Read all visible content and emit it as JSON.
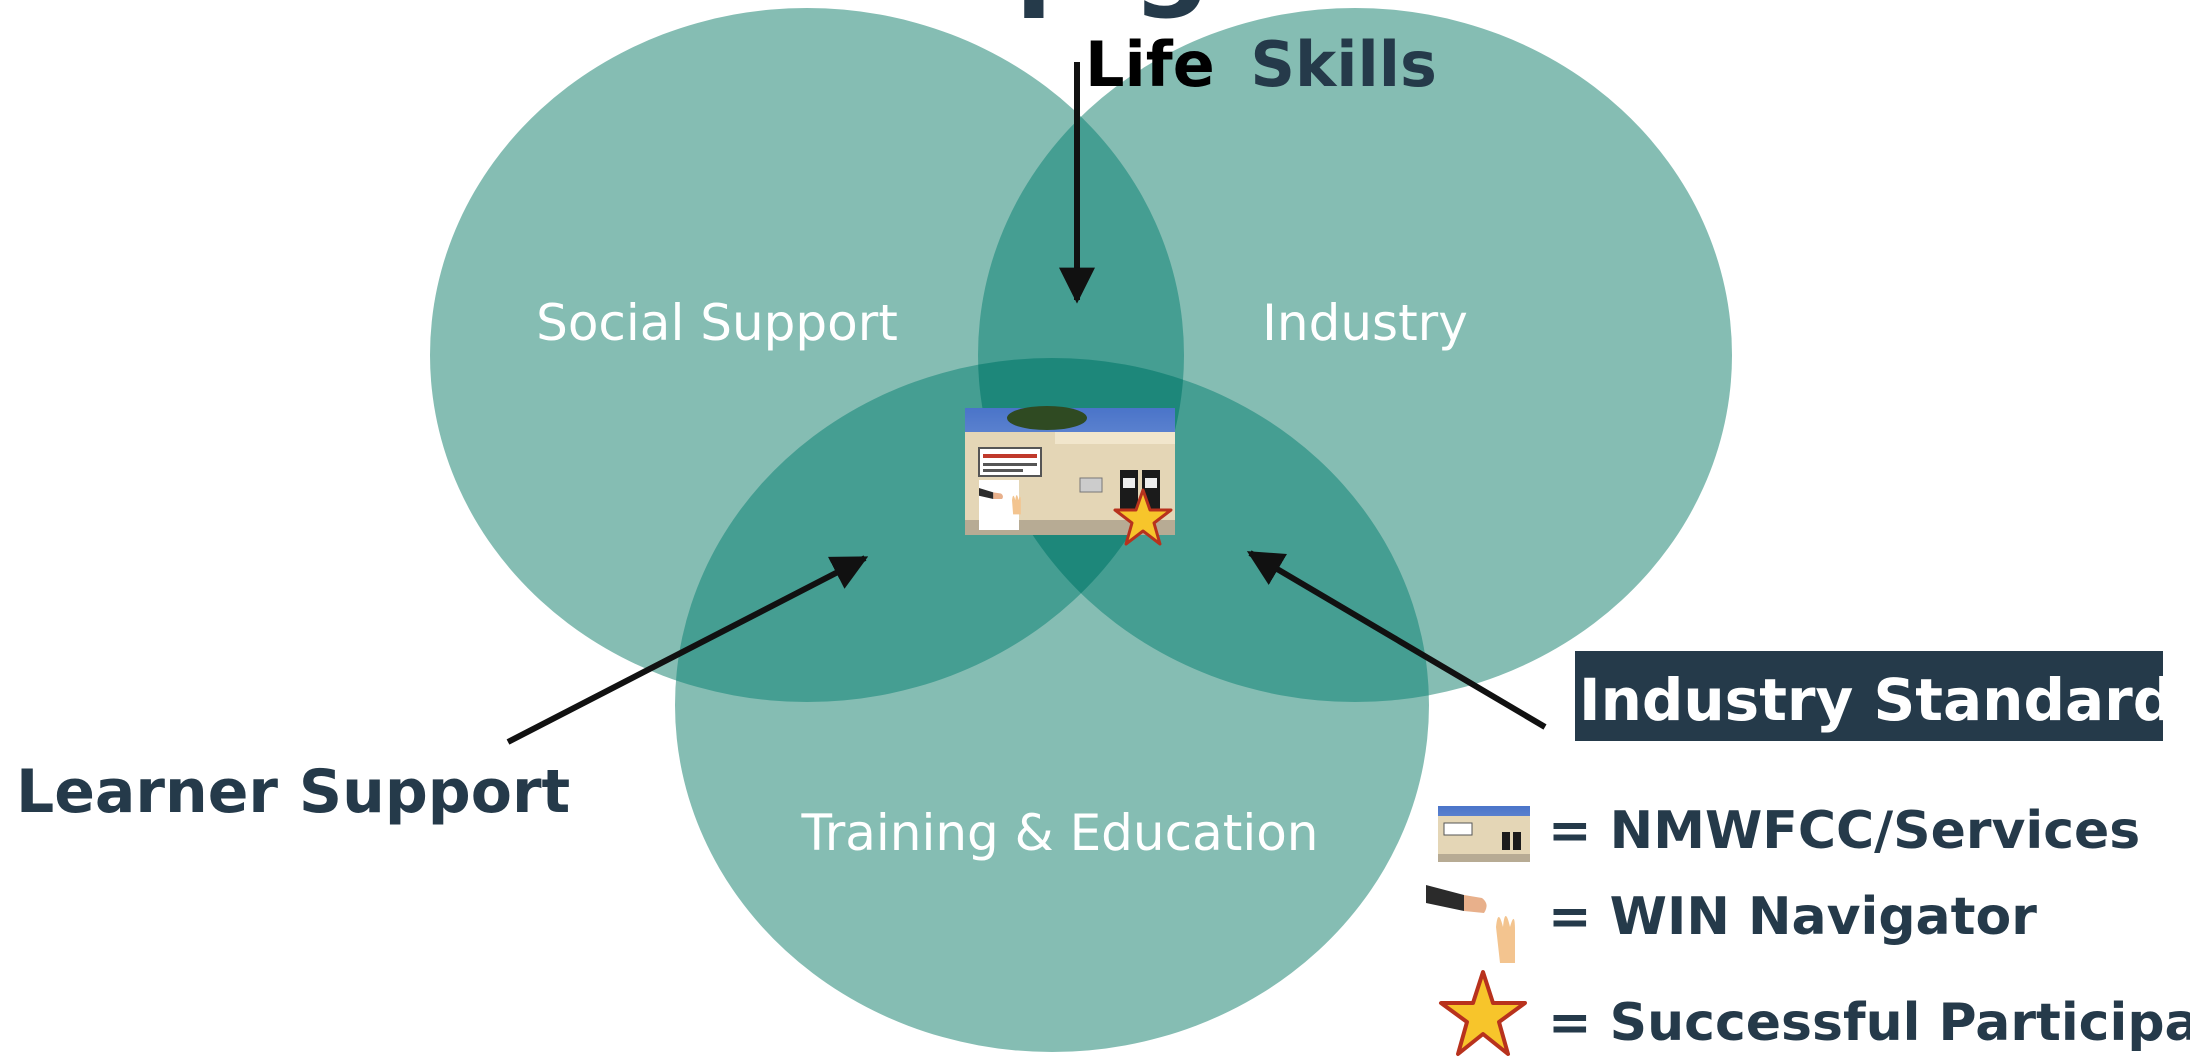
{
  "colors": {
    "circle_fill": "#85bdb3",
    "overlap_fill": "#459e92",
    "center_fill": "#1d877a",
    "callout_text": "#253a4a",
    "highlight_bg": "#253a4a",
    "highlight_text": "#ffffff",
    "arrow": "#111111",
    "circle_label": "#ffffff"
  },
  "title_fragment": "p g",
  "circles": {
    "social": "Social Support",
    "industry": "Industry",
    "training": "Training & Education"
  },
  "callouts": {
    "life_skills_word1": "Life",
    "life_skills_word2": "Skills",
    "learner_support": "Learner Support",
    "industry_standards": "Industry Standards"
  },
  "center_image": {
    "icon": "building-photo-icon",
    "badges": [
      "handshake-icon",
      "star-icon"
    ]
  },
  "legend": [
    {
      "icon": "building-photo-icon",
      "label": "= NMWFCC/Services"
    },
    {
      "icon": "handshake-icon",
      "label": "= WIN Navigator"
    },
    {
      "icon": "star-icon",
      "label": "= Successful Participant"
    }
  ]
}
